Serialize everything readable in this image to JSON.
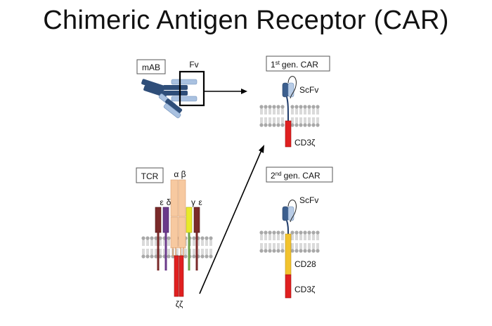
{
  "title": "Chimeric Antigen Receptor (CAR)",
  "mab": {
    "box_label": "mAB",
    "fv_label": "Fv"
  },
  "car1": {
    "box_label": "gen. CAR",
    "ordinal_num": "1",
    "ordinal_sup": "st",
    "scfv_label": "ScFv",
    "cd3_label": "CD3ζ"
  },
  "car2": {
    "box_label": "gen. CAR",
    "ordinal_num": "2",
    "ordinal_sup": "nd",
    "scfv_label": "ScFv",
    "cd28_label": "CD28",
    "cd3_label": "CD3ζ"
  },
  "tcr": {
    "box_label": "TCR",
    "alpha_beta": "α β",
    "epsilon_left": "ε",
    "delta": "δ",
    "gamma": "γ",
    "epsilon_right": "ε",
    "zeta_zeta": "ζζ"
  },
  "colors": {
    "heavy_chain": "#2f4e79",
    "light_chain": "#a9c1e0",
    "cd3z": "#e02020",
    "cd28": "#f2c32e",
    "lipid": "#b0b0b0",
    "alpha_beta": "#f7c9a0",
    "epsilon": "#7a2a2a",
    "delta": "#6a3a8a",
    "gamma_yellow": "#e9ea2a",
    "gamma_green": "#6fa24a"
  }
}
